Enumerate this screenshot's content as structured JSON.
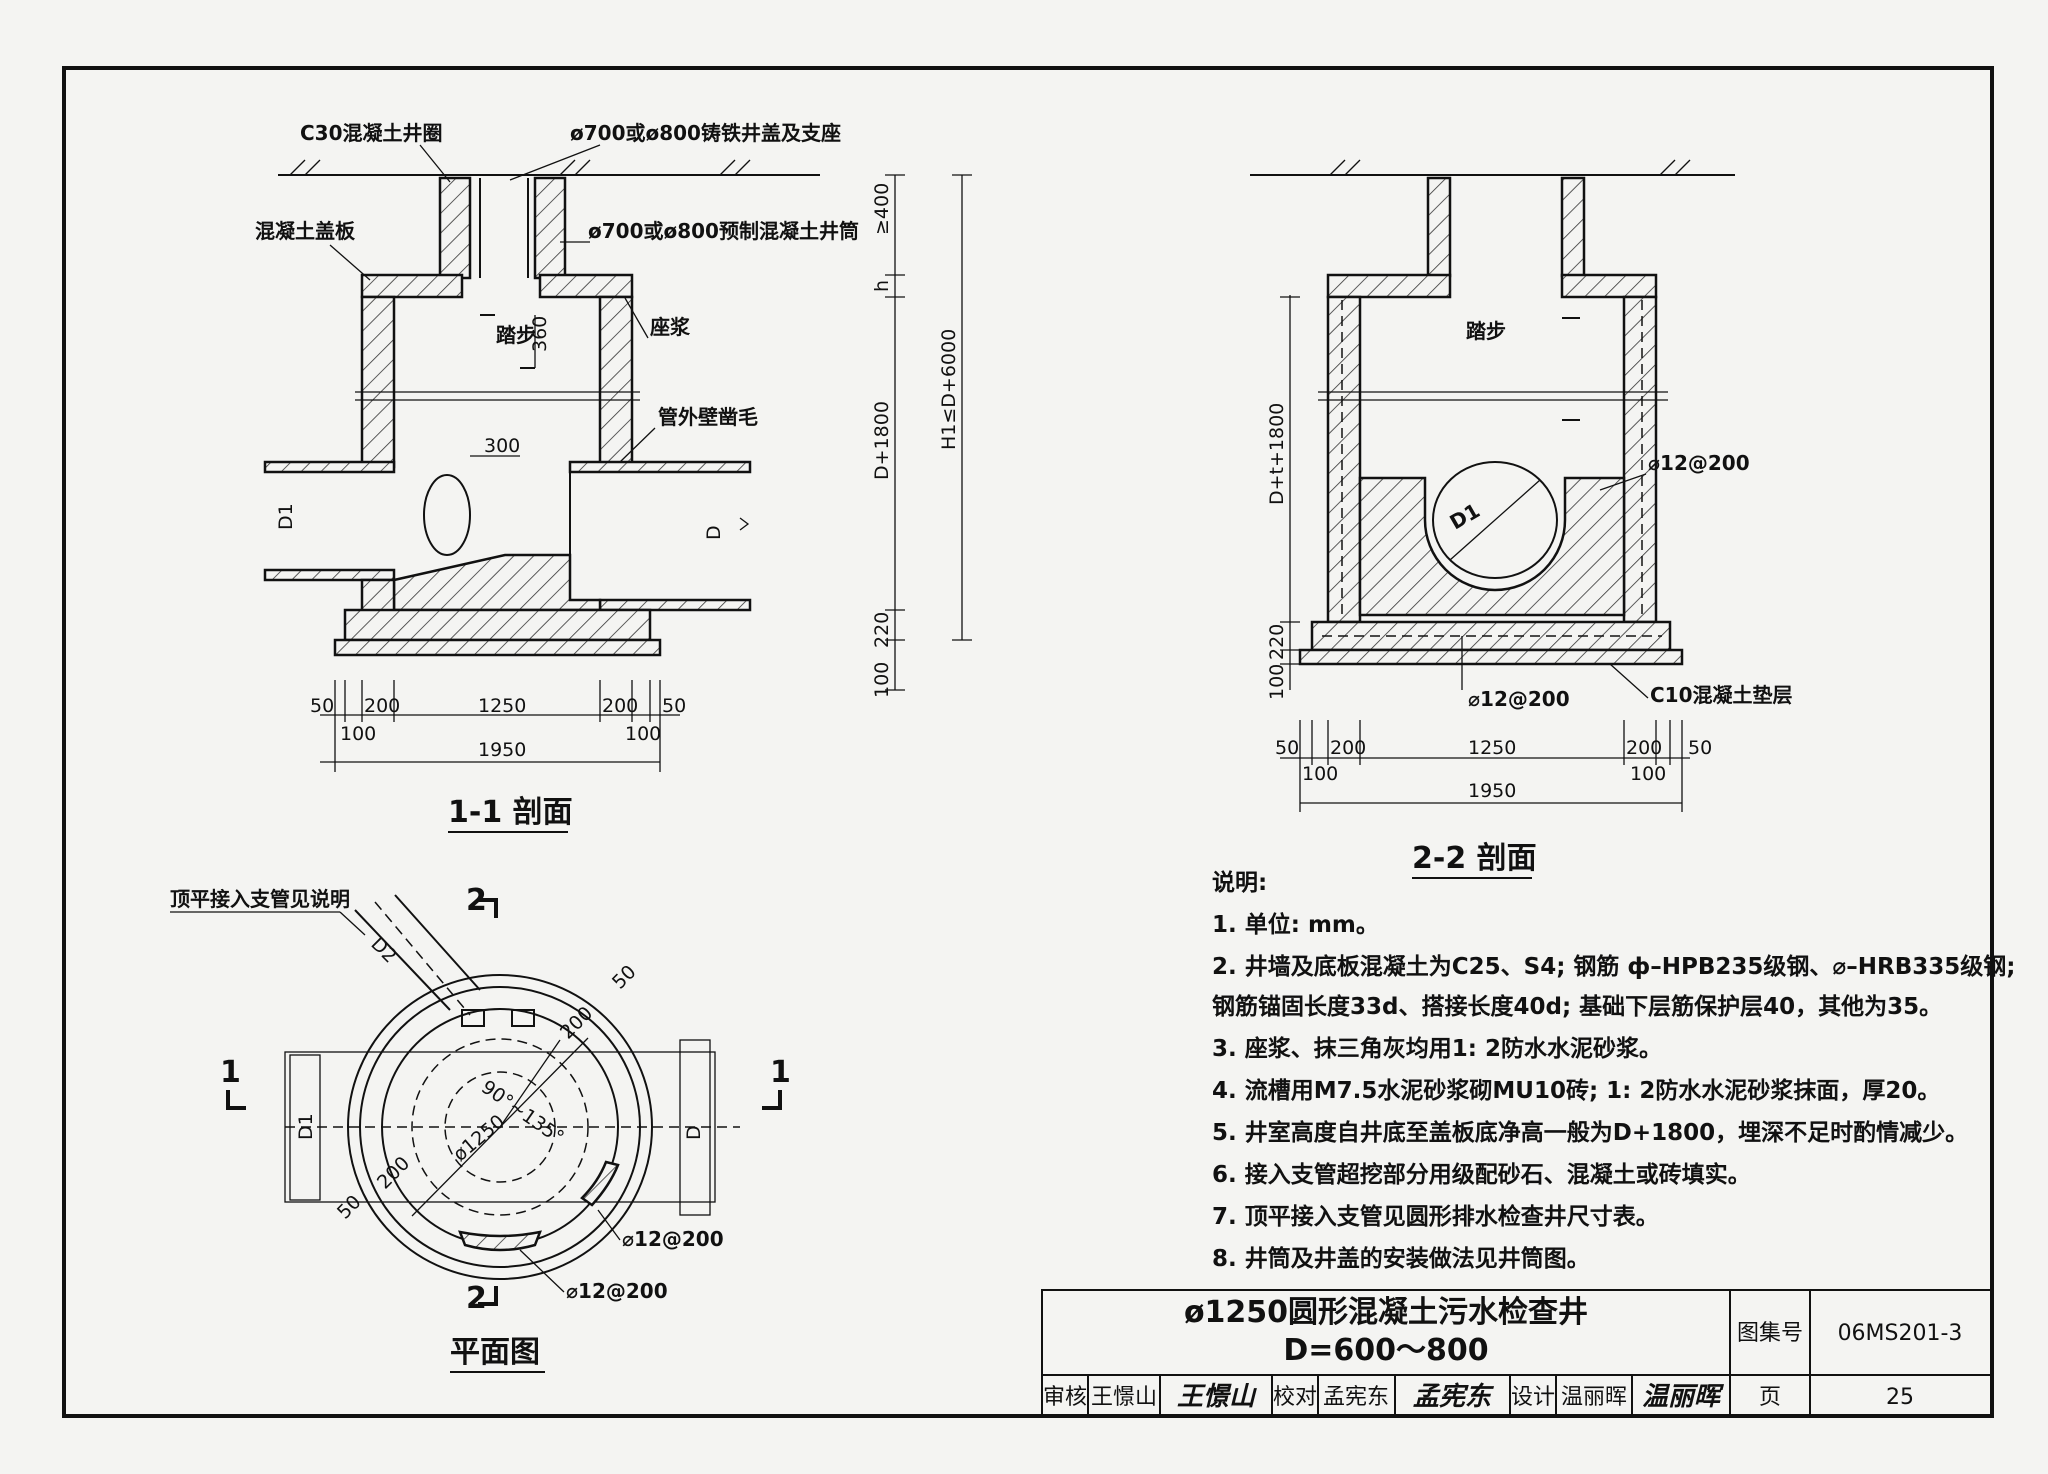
{
  "section_1_1": {
    "title": "1-1 剖面",
    "labels": {
      "ring": "C30混凝土井圈",
      "cover": "ø700或ø800铸铁井盖及支座",
      "slab": "混凝土盖板",
      "shaft": "ø700或ø800预制混凝土井筒",
      "step": "踏步",
      "mortar": "座浆",
      "pipe_wall": "管外壁凿毛"
    },
    "dims": {
      "step_gap": "360",
      "offset": "300",
      "d1": "D1",
      "d": "D",
      "top": "≥400",
      "h": "h",
      "chamber": "D+1800",
      "total": "H1≤D+6000",
      "base1": "220",
      "base2": "100",
      "w50a": "50",
      "w200a": "200",
      "w1250": "1250",
      "w200b": "200",
      "w50b": "50",
      "w100a": "100",
      "w100b": "100",
      "w1950": "1950"
    }
  },
  "section_2_2": {
    "title": "2-2 剖面",
    "labels": {
      "step": "踏步",
      "rebar_wall": "⌀12@200",
      "d1": "D1",
      "rebar_base": "⌀12@200",
      "cushion": "C10混凝土垫层"
    },
    "dims": {
      "chamber": "D+t+1800",
      "base1": "220",
      "base2": "100",
      "w50a": "50",
      "w200a": "200",
      "w1250": "1250",
      "w200b": "200",
      "w50b": "50",
      "w100a": "100",
      "w100b": "100",
      "w1950": "1950"
    }
  },
  "plan": {
    "title": "平面图",
    "labels": {
      "branch": "顶平接入支管见说明",
      "d2": "D2",
      "d1": "D1",
      "d": "D",
      "cut1_left": "1",
      "cut1_right": "1",
      "cut2_top": "2",
      "cut2_bottom": "2",
      "r50a": "50",
      "r200a": "200",
      "angle": "90°~135°",
      "dia": "ø1250",
      "r200b": "200",
      "r50b": "50",
      "rebar1": "⌀12@200",
      "rebar2": "⌀12@200"
    }
  },
  "notes": {
    "heading": "说明:",
    "items": [
      "1. 单位: mm。",
      "2. 井墙及底板混凝土为C25、S4; 钢筋 ф–HPB235级钢、⌀–HRB335级钢;",
      "   钢筋锚固长度33d、搭接长度40d; 基础下层筋保护层40，其他为35。",
      "3. 座浆、抹三角灰均用1: 2防水水泥砂浆。",
      "4. 流槽用M7.5水泥砂浆砌MU10砖; 1: 2防水水泥砂浆抹面，厚20。",
      "5. 井室高度自井底至盖板底净高一般为D+1800，埋深不足时酌情减少。",
      "6. 接入支管超挖部分用级配砂石、混凝土或砖填实。",
      "7. 顶平接入支管见圆形排水检查井尺寸表。",
      "8. 井筒及井盖的安装做法见井筒图。"
    ]
  },
  "title_block": {
    "title_line1": "ø1250圆形混凝土污水检查井",
    "title_line2": "D=600～800",
    "atlas_label": "图集号",
    "atlas_no": "06MS201-3",
    "review_label": "审核",
    "reviewer": "王憬山",
    "reviewer_sig": "王憬山",
    "check_label": "校对",
    "checker": "孟宪东",
    "checker_sig": "孟宪东",
    "design_label": "设计",
    "designer": "温丽晖",
    "designer_sig": "温丽晖",
    "page_label": "页",
    "page_no": "25"
  }
}
